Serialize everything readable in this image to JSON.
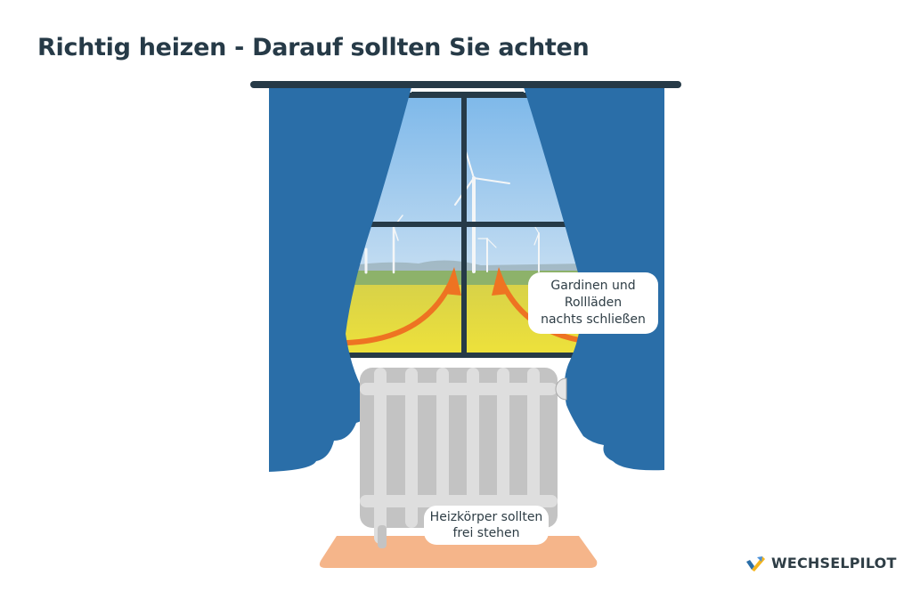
{
  "title": "Richtig heizen - Darauf sollten Sie achten",
  "callouts": {
    "curtains": {
      "lines": [
        "Gardinen und",
        "Rollläden",
        "nachts schließen"
      ]
    },
    "radiator": {
      "lines": [
        "Heizkörper sollten",
        "frei stehen"
      ]
    }
  },
  "logo": {
    "text": "WECHSELPILOT",
    "icon": "checkmark-logo-icon"
  },
  "scene": {
    "elements": [
      "curtain-rod",
      "left-curtain",
      "right-curtain",
      "window",
      "landscape-with-wind-turbines",
      "rapeseed-field",
      "airflow-arrows",
      "radiator",
      "thermostat-knob",
      "floor-rug"
    ]
  },
  "colors": {
    "title": "#263a47",
    "curtain": "#2a6ea8",
    "rod": "#263a47",
    "window_frame": "#263a47",
    "arrow": "#ee7322",
    "radiator_body": "#c3c3c3",
    "radiator_bars": "#dedede",
    "rug": "#f5b58a",
    "sky_top": "#7fb9ea",
    "field": "#e6dc3c"
  }
}
